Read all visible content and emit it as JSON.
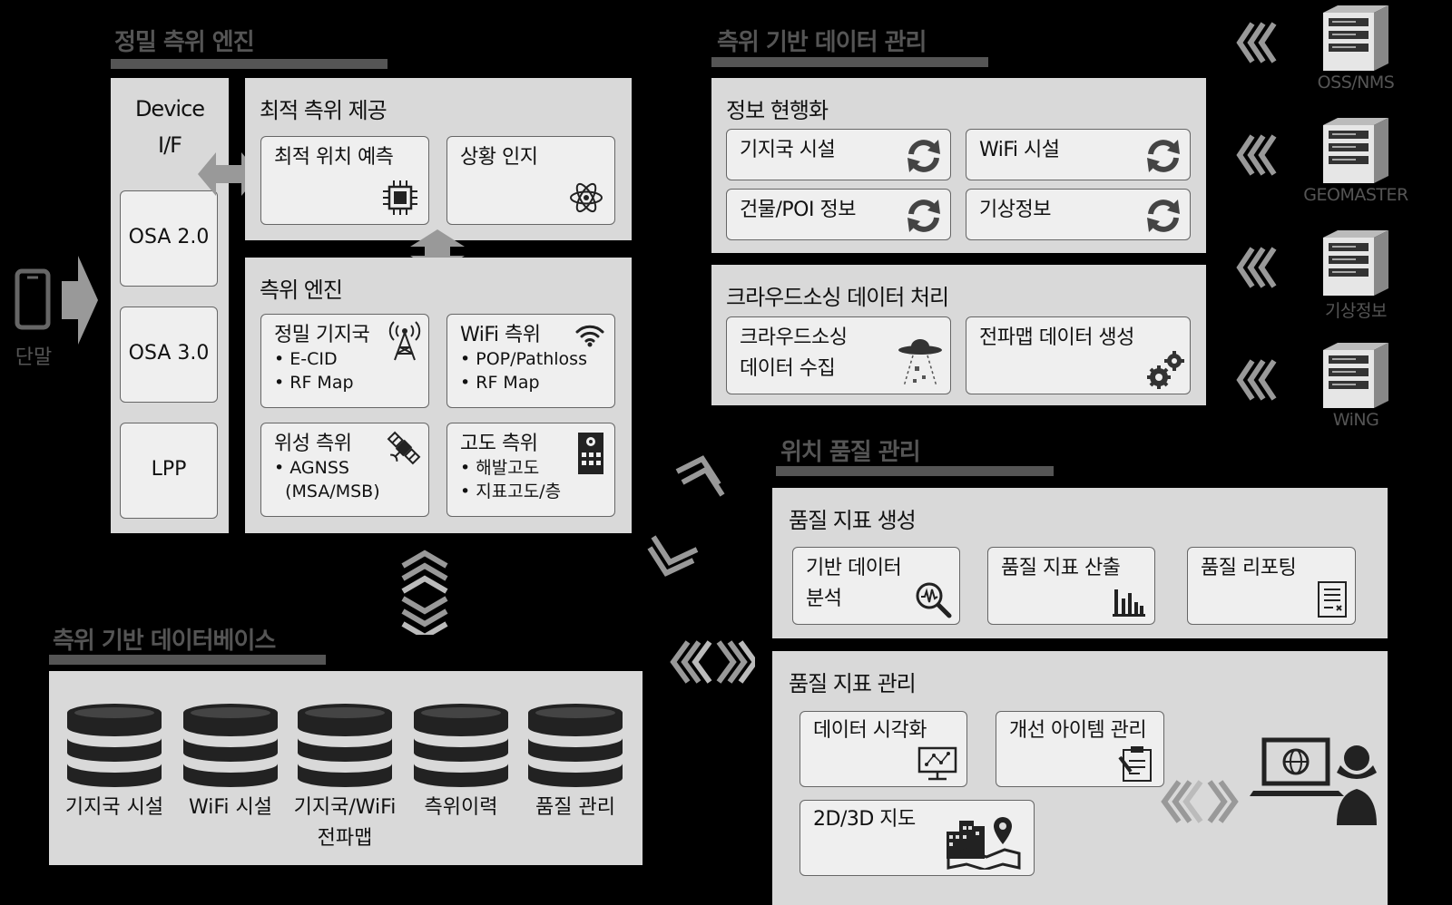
{
  "sections": {
    "engine": "정밀 측위 엔진",
    "datamgmt": "측위 기반 데이터 관리",
    "quality": "위치 품질 관리",
    "database": "측위 기반 데이터베이스"
  },
  "device_if": {
    "title_lines": [
      "Device",
      "I/F"
    ],
    "items": [
      "OSA 2.0",
      "OSA 3.0",
      "LPP"
    ]
  },
  "terminal_label": "단말",
  "optimal": {
    "title": "최적 측위 제공",
    "items": [
      "최적 위치 예측",
      "상황 인지"
    ]
  },
  "positioning_engine": {
    "title": "측위 엔진",
    "items": [
      {
        "label": "정밀 기지국",
        "bullets": [
          "E-CID",
          "RF Map"
        ]
      },
      {
        "label": "WiFi 측위",
        "bullets": [
          "POP/Pathloss",
          "RF Map"
        ]
      },
      {
        "label": "위성 측위",
        "bullets": [
          "AGNSS",
          "(MSA/MSB)"
        ]
      },
      {
        "label": "고도 측위",
        "bullets": [
          "해발고도",
          "지표고도/층"
        ]
      }
    ]
  },
  "info_update": {
    "title": "정보 현행화",
    "items": [
      "기지국 시설",
      "WiFi 시설",
      "건물/POI 정보",
      "기상정보"
    ]
  },
  "crowd": {
    "title": "크라우드소싱 데이터 처리",
    "items": [
      [
        "크라우드소싱",
        "데이터 수집"
      ],
      [
        "전파맵 데이터 생성"
      ]
    ]
  },
  "servers": [
    "OSS/NMS",
    "GEOMASTER",
    "기상정보",
    "WiNG"
  ],
  "quality_gen": {
    "title": "품질 지표 생성",
    "items": [
      [
        "기반 데이터",
        "분석"
      ],
      [
        "품질 지표 산출"
      ],
      [
        "품질 리포팅"
      ]
    ]
  },
  "quality_mgmt": {
    "title": "품질 지표 관리",
    "items": [
      "데이터 시각화",
      "개선 아이템 관리",
      "2D/3D 지도"
    ]
  },
  "databases": [
    [
      "기지국 시설"
    ],
    [
      "WiFi 시설"
    ],
    [
      "기지국/WiFi",
      "전파맵"
    ],
    [
      "측위이력"
    ],
    [
      "품질 관리"
    ]
  ],
  "icons": [
    "phone-icon",
    "chip-icon",
    "atom-icon",
    "tower-icon",
    "wifi-icon",
    "satellite-icon",
    "building-pin-icon",
    "refresh-icon",
    "ufo-icon",
    "gears-icon",
    "server-icon",
    "analysis-icon",
    "bar-chart-icon",
    "report-icon",
    "visualization-icon",
    "clipboard-icon",
    "map-icon",
    "database-icon",
    "operator-icon"
  ]
}
